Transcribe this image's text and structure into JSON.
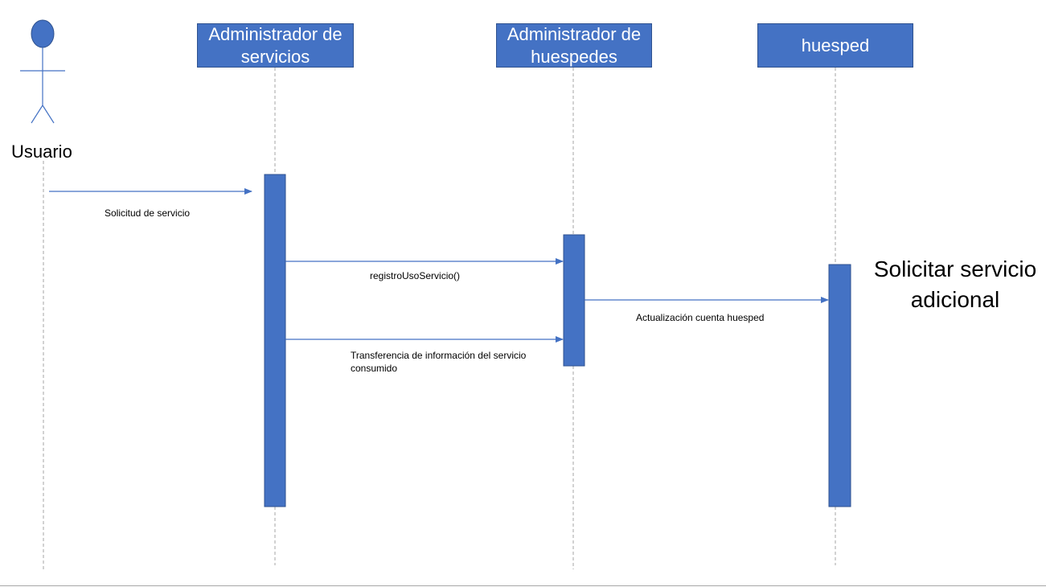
{
  "actor": {
    "label": "Usuario",
    "icon": "stick-figure-actor-icon"
  },
  "lifelines": [
    {
      "id": "admin-servicios",
      "line1": "Administrador de",
      "line2": "servicios"
    },
    {
      "id": "admin-huespedes",
      "line1": "Administrador de",
      "line2": "huespedes"
    },
    {
      "id": "huesped",
      "line1": "huesped",
      "line2": ""
    }
  ],
  "messages": [
    {
      "label": "Solicitud de servicio"
    },
    {
      "label": "registroUsoServicio()"
    },
    {
      "label_line1": "Transferencia de información del servicio",
      "label_line2": "consumido"
    },
    {
      "label": "Actualización cuenta huesped"
    }
  ],
  "note": {
    "line1": "Solicitar servicio",
    "line2": "adicional"
  },
  "colors": {
    "box_fill": "#4472c4",
    "box_border": "#2f528f",
    "arrow": "#4472c4",
    "lifeline_dash": "#a6a6a6"
  }
}
